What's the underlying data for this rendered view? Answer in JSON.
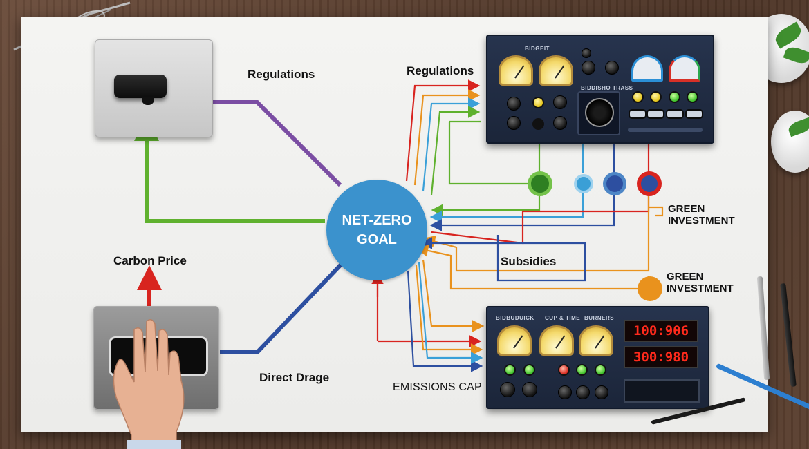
{
  "labels": {
    "regulations_left": "Regulations",
    "regulations_right": "Regulations",
    "carbon_price": "Carbon Price",
    "direct_drage": "Direct Drage",
    "subsidies": "Subsidies",
    "green_investment_1": "GREEN\nINVESTMENT",
    "green_investment_2": "GREEN\nINVESTMENT",
    "emissions_cap": "EMISSIONS CAP"
  },
  "center": {
    "title": "NET-ZERO\nGOAL"
  },
  "top_panel": {
    "heading": "BIDGEIT",
    "scope_label": "BIDDISHO TRASS"
  },
  "bottom_panel": {
    "heading_1": "BIDBUDUICK",
    "heading_2": "CUP & TIME",
    "heading_3": "BURNERS",
    "display_1": "100:906",
    "display_2": "300:980"
  },
  "colors": {
    "red": "#d8241f",
    "orange": "#e9921d",
    "green": "#5fb12e",
    "lightblue": "#3aa0d8",
    "blue": "#2d4fa0",
    "purple": "#7b4ea3",
    "node_fill": "#3b92cd"
  }
}
